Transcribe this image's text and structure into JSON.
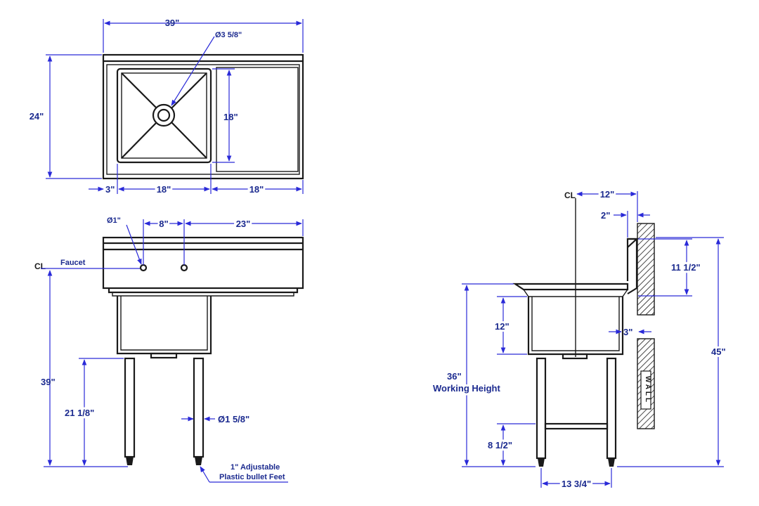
{
  "top_view": {
    "overall_width": "39\"",
    "overall_depth": "24\"",
    "drain_diameter": "Ø3 5/8\"",
    "bowl_depth": "18\"",
    "left_offset": "3\"",
    "bowl_width": "18\"",
    "drainboard_width": "18\""
  },
  "front_view": {
    "faucet_diameter": "Ø1\"",
    "faucet_spacing": "8\"",
    "faucet_to_edge": "23\"",
    "faucet_label": "Faucet",
    "centerline_label": "CL",
    "overall_height": "39\"",
    "leg_height": "21 1/8\"",
    "leg_diameter": "Ø1 5/8\"",
    "feet_note_line1": "1\" Adjustable",
    "feet_note_line2": "Plastic bullet Feet"
  },
  "side_view": {
    "centerline_label": "CL",
    "center_to_wall": "12\"",
    "backsplash_thickness": "2\"",
    "backsplash_height": "11 1/2\"",
    "bowl_depth": "12\"",
    "wall_gap": "3\"",
    "working_height_value": "36\"",
    "working_height_label": "Working Height",
    "overall_height": "45\"",
    "crossbar_height": "8 1/2\"",
    "leg_spread": "13 3/4\"",
    "wall_label": "WALL"
  }
}
